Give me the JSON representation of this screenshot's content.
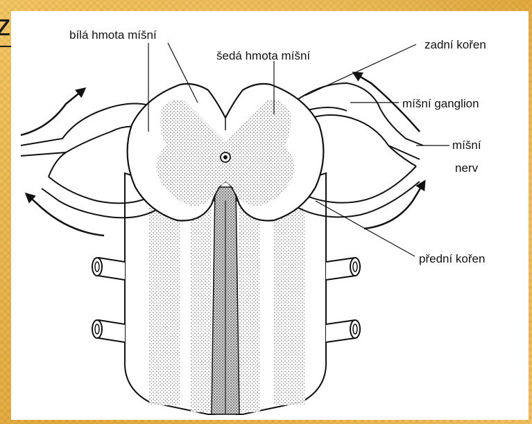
{
  "slide": {
    "title": "z"
  },
  "labels": {
    "white_matter": "bílá hmota míšní",
    "gray_matter": "šedá hmota míšní",
    "dorsal_root": "zadní kořen",
    "spinal_ganglion": "míšní ganglion",
    "spinal_nerve_line1": "míšní",
    "spinal_nerve_line2": "nerv",
    "ventral_root": "přední kořen"
  }
}
